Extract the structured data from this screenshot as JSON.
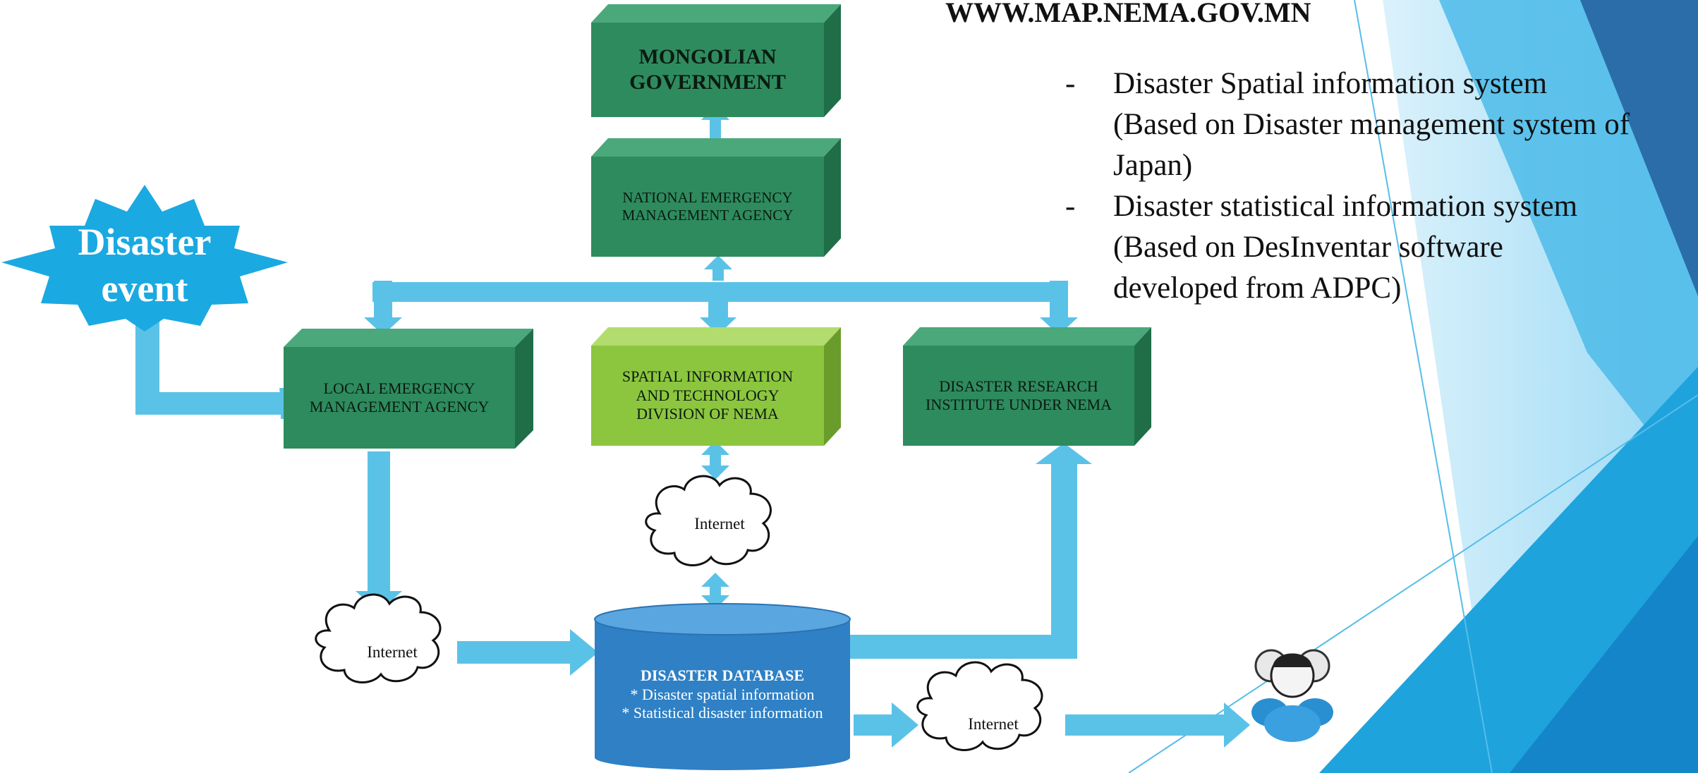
{
  "header": {
    "url": "WWW.MAP.NEMA.GOV.MN"
  },
  "bullets": [
    {
      "marker": "-",
      "line1": "Disaster Spatial information system",
      "line2": "(Based on Disaster management system of",
      "line3": "Japan)"
    },
    {
      "marker": "-",
      "line1": "Disaster statistical information system",
      "line2": "(Based on DesInventar software",
      "line3": "developed from ADPC)"
    }
  ],
  "nodes": {
    "gov": {
      "line1": "MONGOLIAN",
      "line2": "GOVERNMENT"
    },
    "nema": {
      "line1": "NATIONAL EMERGENCY",
      "line2": "MANAGEMENT AGENCY"
    },
    "local": {
      "line1": "LOCAL EMERGENCY",
      "line2": "MANAGEMENT AGENCY"
    },
    "spatial": {
      "line1": "SPATIAL INFORMATION",
      "line2": "AND TECHNOLOGY",
      "line3": "DIVISION OF NEMA"
    },
    "research": {
      "line1": "DISASTER RESEARCH",
      "line2": "INSTITUTE UNDER NEMA"
    },
    "database": {
      "title": "DISASTER DATABASE",
      "line1": "* Disaster spatial information",
      "line2": "* Statistical disaster information"
    },
    "event": {
      "line1": "Disaster",
      "line2": "event"
    }
  },
  "clouds": {
    "center": "Internet",
    "left": "Internet",
    "right": "Internet"
  },
  "colors": {
    "box_green": "#2e8b5e",
    "box_light_green": "#8cc63f",
    "arrow_blue": "#5bc2e7",
    "burst_blue": "#1ba9e1",
    "database_blue": "#2f80c4"
  },
  "icons": {
    "users": "users-group-icon"
  }
}
